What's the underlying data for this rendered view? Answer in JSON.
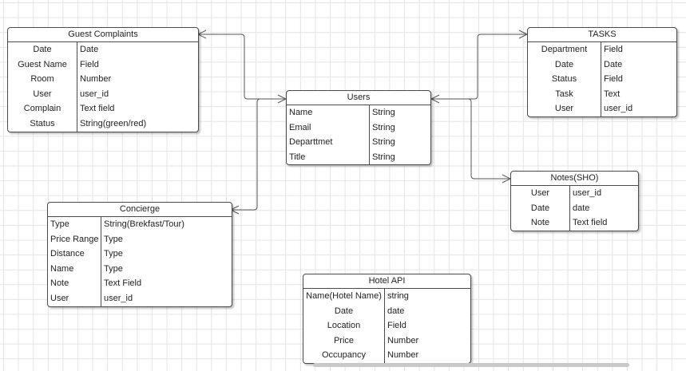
{
  "entities": [
    {
      "id": "guest_complaints",
      "title": "Guest Complaints",
      "fields": [
        {
          "name": "Date",
          "type": "Date"
        },
        {
          "name": "Guest Name",
          "type": "Field"
        },
        {
          "name": "Room",
          "type": "Number"
        },
        {
          "name": "User",
          "type": "user_id"
        },
        {
          "name": "Complain",
          "type": "Text field"
        },
        {
          "name": "Status",
          "type": "String(green/red)"
        }
      ]
    },
    {
      "id": "users",
      "title": "Users",
      "fields": [
        {
          "name": "Name",
          "type": "String"
        },
        {
          "name": "Email",
          "type": "String"
        },
        {
          "name": "Departtmet",
          "type": "String"
        },
        {
          "name": "Title",
          "type": "String"
        }
      ]
    },
    {
      "id": "tasks",
      "title": "TASKS",
      "fields": [
        {
          "name": "Department",
          "type": "Field"
        },
        {
          "name": "Date",
          "type": "Date"
        },
        {
          "name": "Status",
          "type": "Field"
        },
        {
          "name": "Task",
          "type": "Text"
        },
        {
          "name": "User",
          "type": "user_id"
        }
      ]
    },
    {
      "id": "notes_sho",
      "title": "Notes(SHO)",
      "fields": [
        {
          "name": "User",
          "type": "user_id"
        },
        {
          "name": "Date",
          "type": "date"
        },
        {
          "name": "Note",
          "type": "Text field"
        }
      ]
    },
    {
      "id": "concierge",
      "title": "Concierge",
      "fields": [
        {
          "name": "Type",
          "type": "String(Brekfast/Tour)"
        },
        {
          "name": "Price Range",
          "type": "Type"
        },
        {
          "name": "Distance",
          "type": "Type"
        },
        {
          "name": "Name",
          "type": "Type"
        },
        {
          "name": "Note",
          "type": "Text Field"
        },
        {
          "name": "User",
          "type": "user_id"
        }
      ]
    },
    {
      "id": "hotel_api",
      "title": "Hotel API",
      "fields": [
        {
          "name": "Name(Hotel Name)",
          "type": "string"
        },
        {
          "name": "Date",
          "type": "date"
        },
        {
          "name": "Location",
          "type": "Field"
        },
        {
          "name": "Price",
          "type": "Number"
        },
        {
          "name": "Occupancy",
          "type": "Number"
        }
      ]
    }
  ],
  "relationships": [
    {
      "from": "guest_complaints",
      "to": "users",
      "from_end": "many",
      "to_end": "arrow"
    },
    {
      "from": "tasks",
      "to": "users",
      "from_end": "many",
      "to_end": "arrow"
    },
    {
      "from": "notes_sho",
      "to": "users",
      "from_end": "many",
      "to_end": "arrow"
    },
    {
      "from": "concierge",
      "to": "users",
      "from_end": "many",
      "to_end": "arrow"
    }
  ]
}
